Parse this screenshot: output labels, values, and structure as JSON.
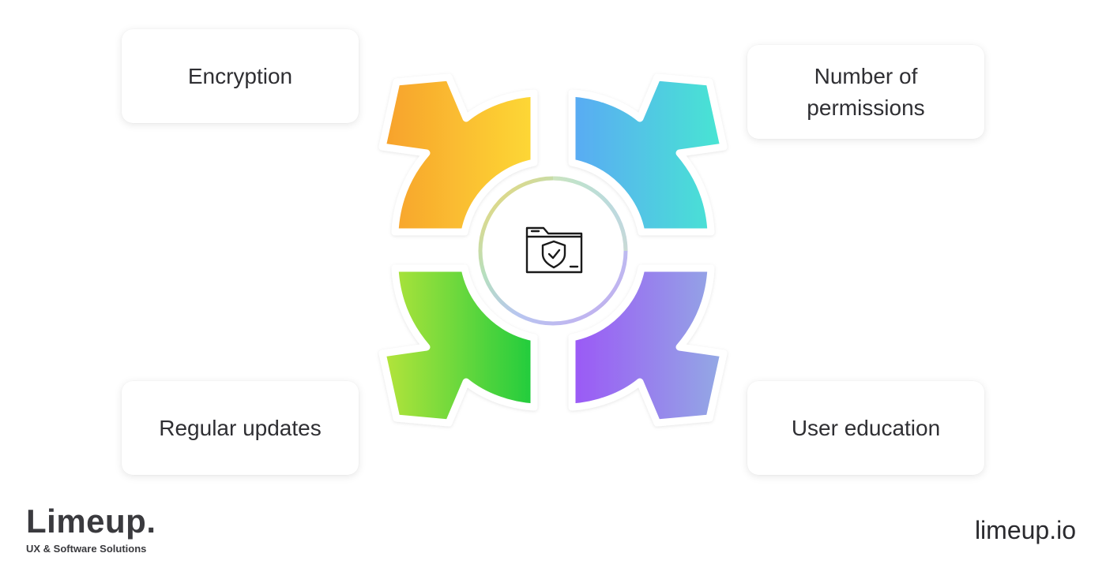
{
  "cards": {
    "encryption": "Encryption",
    "permissions": "Number of permissions",
    "updates": "Regular updates",
    "education": "User education"
  },
  "center": {
    "icon": "secure-folder-shield-icon"
  },
  "arrows": [
    {
      "direction": "top-left",
      "colors": [
        "#f7a530",
        "#fdd835"
      ]
    },
    {
      "direction": "top-right",
      "colors": [
        "#5aaef2",
        "#4be6d4"
      ]
    },
    {
      "direction": "bottom-left",
      "colors": [
        "#aee43a",
        "#22cc3c"
      ]
    },
    {
      "direction": "bottom-right",
      "colors": [
        "#9c5bf5",
        "#8fa8e6"
      ]
    }
  ],
  "brand": {
    "name": "Limeup.",
    "tagline": "UX & Software Solutions",
    "site": "limeup.io"
  }
}
